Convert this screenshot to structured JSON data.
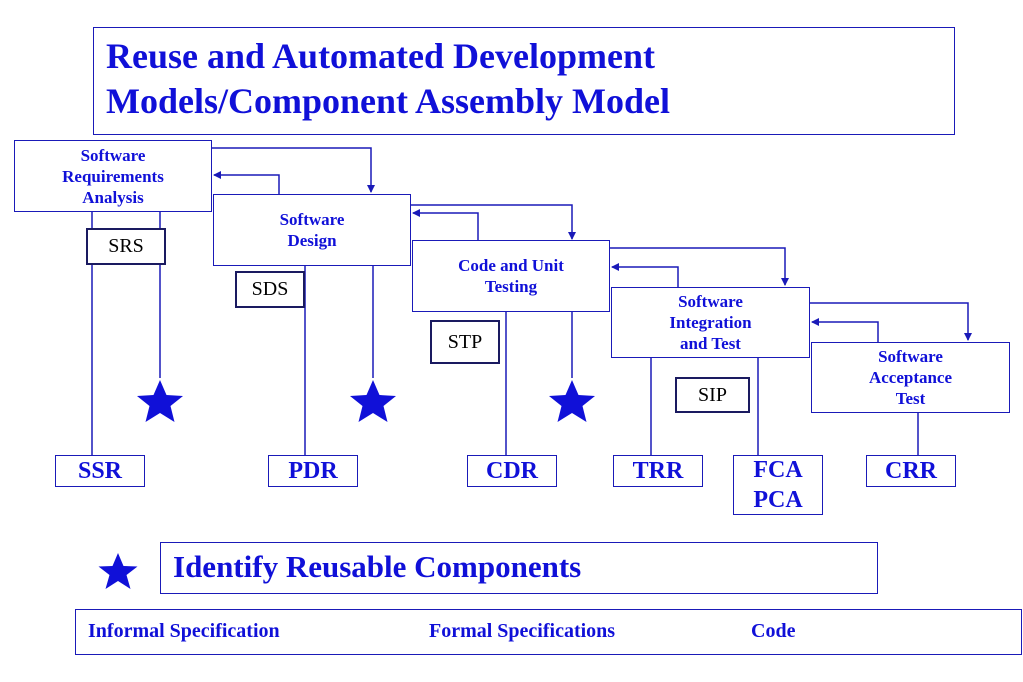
{
  "title": {
    "line1": "Reuse and Automated Development",
    "line2": "Models/Component Assembly Model"
  },
  "phases": [
    {
      "line1": "Software",
      "line2": "Requirements",
      "line3": "Analysis"
    },
    {
      "line1": "Software",
      "line2": "Design"
    },
    {
      "line1": "Code and Unit",
      "line2": "Testing"
    },
    {
      "line1": "Software",
      "line2": "Integration",
      "line3": "and Test"
    },
    {
      "line1": "Software",
      "line2": "Acceptance",
      "line3": "Test"
    }
  ],
  "documents": [
    "SRS",
    "SDS",
    "STP",
    "SIP"
  ],
  "reviews": {
    "ssr": "SSR",
    "pdr": "PDR",
    "cdr": "CDR",
    "trr": "TRR",
    "fca_pca": {
      "line1": "FCA",
      "line2": "PCA"
    },
    "crr": "CRR"
  },
  "legend": {
    "text": "Identify Reusable Components",
    "icon": "star-icon"
  },
  "flow": {
    "informal": "Informal Specification",
    "formal": "Formal Specifications",
    "code": "Code"
  },
  "colors": {
    "accent": "#1010d8",
    "line": "#1a1ab8",
    "doc_border": "#1a1a60"
  }
}
